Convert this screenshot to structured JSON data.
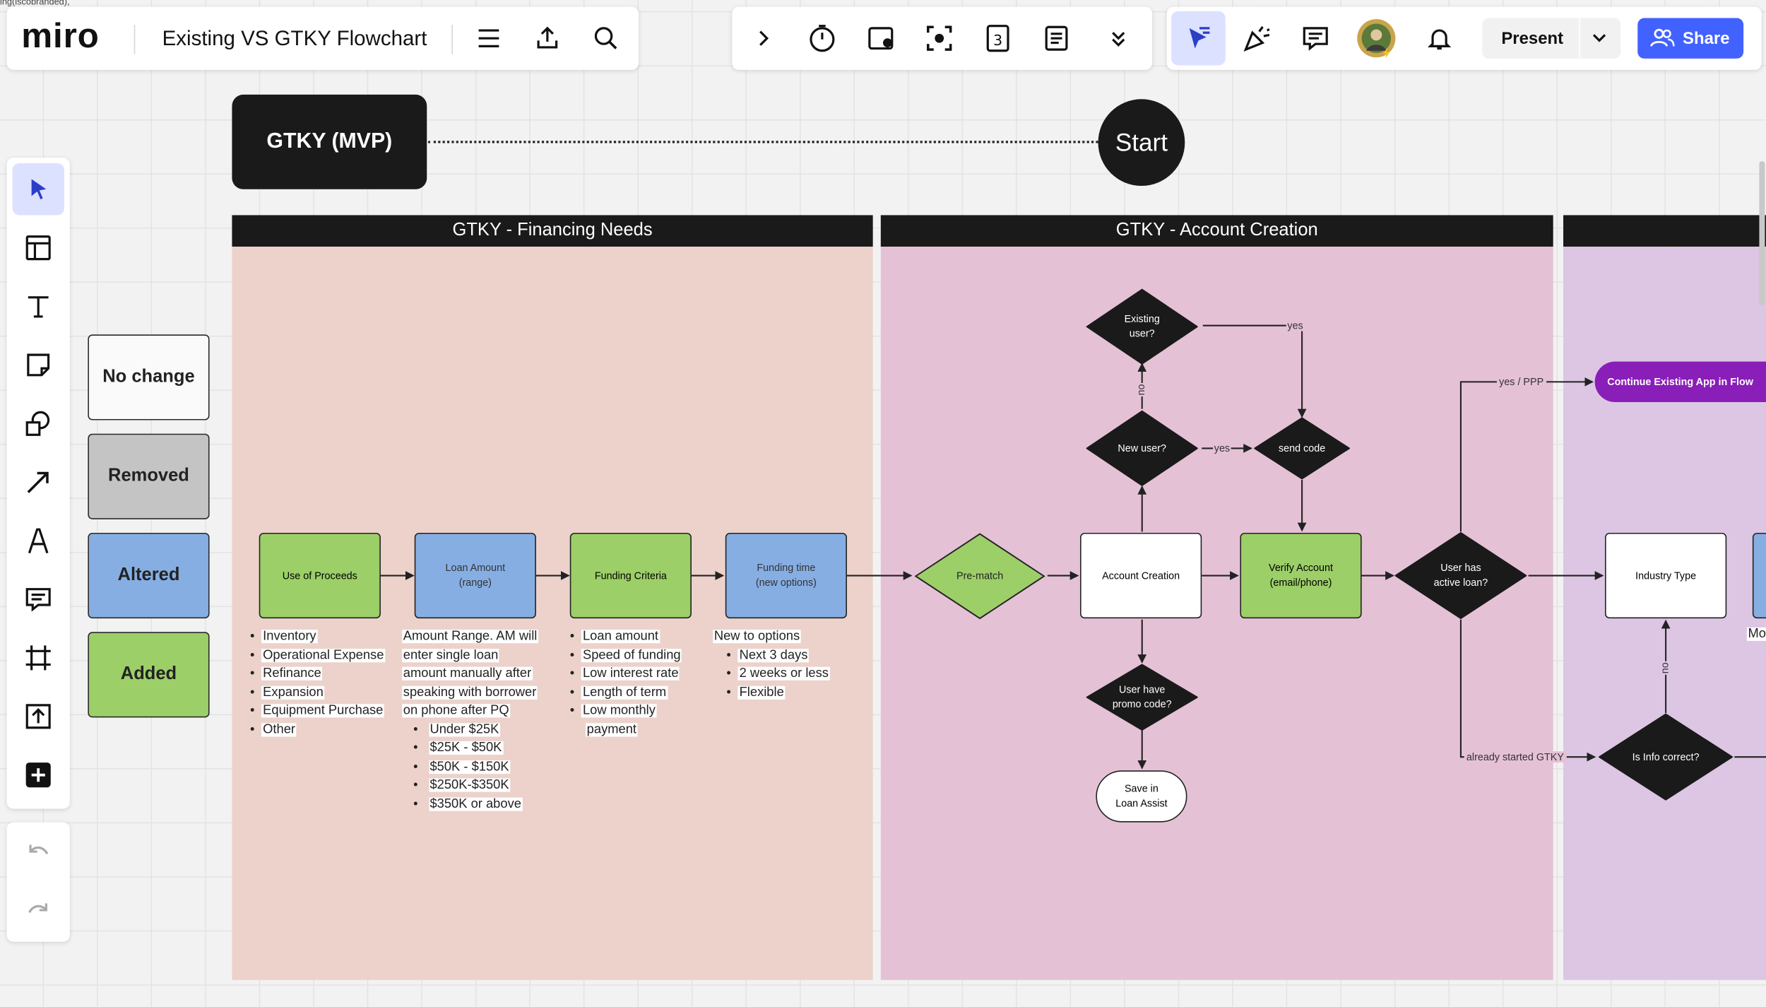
{
  "header": {
    "logo": "miro",
    "board_title": "Existing VS GTKY Flowchart",
    "present_label": "Present",
    "share_label": "Share",
    "top_left_note": "ing(iscobranded),"
  },
  "toolbar": {
    "left_icons": [
      "menu-icon",
      "export-icon",
      "search-icon"
    ],
    "center_icons": [
      "chevron-right-icon",
      "timer-icon",
      "card-icon",
      "focus-icon",
      "countdown-icon",
      "notes-icon",
      "chevrons-down-icon"
    ],
    "right_icons": [
      "cursor-icon",
      "reactions-icon",
      "comments-icon",
      "avatar",
      "bell-icon"
    ],
    "side_tools": [
      "select-tool",
      "templates-tool",
      "text-tool",
      "sticky-note-tool",
      "shapes-tool",
      "connector-tool",
      "pen-tool",
      "comment-tool",
      "frame-tool",
      "upload-tool",
      "more-tools",
      "undo",
      "redo"
    ],
    "accent": "#4262ff"
  },
  "board": {
    "title_block": "GTKY (MVP)",
    "start": "Start",
    "legend": {
      "no_change": "No change",
      "removed": "Removed",
      "altered": "Altered",
      "added": "Added"
    },
    "lanes": {
      "financing": "GTKY - Financing Needs",
      "account": "GTKY - Account Creation"
    },
    "nodes": {
      "use_of_proceeds": "Use of Proceeds",
      "loan_amount": "Loan Amount\n(range)",
      "funding_criteria": "Funding Criteria",
      "funding_time": "Funding time\n(new options)",
      "pre_match": "Pre-match",
      "account_creation": "Account Creation",
      "verify_account": "Verify Account\n(email/phone)",
      "new_user": "New user?",
      "existing_user": "Existing\nuser?",
      "send_code": "send code",
      "promo_code": "User have\npromo code?",
      "save_loan_assist": "Save in\nLoan Assist",
      "active_loan": "User has\nactive  loan?",
      "continue_app": "Continue Existing App in Flow",
      "industry_type": "Industry Type",
      "info_correct": "Is Info correct?",
      "cut_off": "Mo"
    },
    "edge_labels": {
      "yes1": "yes",
      "yes2": "yes",
      "no1": "no",
      "no2": "no",
      "yes_ppp": "yes / PPP",
      "already_started": "already started GTKY"
    },
    "notes": {
      "use_of_proceeds": [
        "Inventory",
        "Operational Expense",
        "Refinance",
        "Expansion",
        "Equipment Purchase",
        "Other"
      ],
      "loan_amount_intro": [
        "Amount Range. AM will",
        "enter single loan",
        "amount manually after",
        "speaking with borrower",
        "on phone after PQ"
      ],
      "loan_amount_ranges": [
        "Under $25K",
        "$25K - $50K",
        "$50K - $150K",
        "$250K-$350K",
        "$350K or above"
      ],
      "funding_criteria": [
        "Loan amount",
        "Speed of funding",
        "Low interest rate",
        "Length of term",
        "Low monthly"
      ],
      "funding_criteria_cont": "payment",
      "funding_time_intro": "New to options",
      "funding_time": [
        "Next 3 days",
        "2 weeks or less",
        "Flexible"
      ]
    },
    "colors": {
      "green": "#9ccf68",
      "blue": "#86aee3",
      "gray": "#c4c4c4",
      "lane1": "#ecd2cb",
      "lane2": "#e5c1d6",
      "lane3": "#dcc6e3",
      "purple": "#8a1eb8"
    }
  }
}
